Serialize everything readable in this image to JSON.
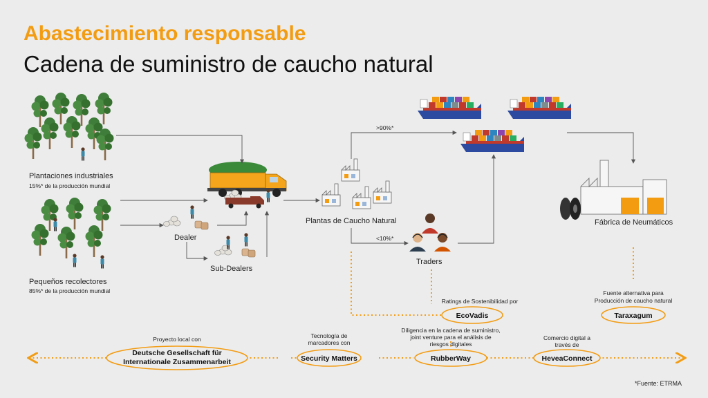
{
  "header": {
    "title": "Abastecimiento responsable",
    "subtitle": "Cadena de suministro de caucho natural"
  },
  "nodes": {
    "plantaciones_title": "Plantaciones industriales",
    "plantaciones_share": "15%* de la producción mundial",
    "pequenos_title": "Pequeños recolectores",
    "pequenos_share": "85%* de la producción mundial",
    "dealer": "Dealer",
    "sub_dealers": "Sub-Dealers",
    "plantas": "Plantas de Caucho Natural",
    "traders": "Traders",
    "fabrica": "Fábrica de Neumáticos",
    "pct_90": ">90%*",
    "pct_10": "<10%*"
  },
  "partners": {
    "ecovadis_desc": "Ratings de Sostenibilidad por",
    "ecovadis": "EcoVadis",
    "taraxagum_desc_1": "Fuente alternativa para",
    "taraxagum_desc_2": "Producción de caucho natural",
    "taraxagum": "Taraxagum",
    "giz_desc": "Proyecto local con",
    "giz_1": "Deutsche Gesellschaft für",
    "giz_2": "Internationale Zusammenarbeit",
    "security_desc_1": "Tecnología de",
    "security_desc_2": "marcadores con",
    "security": "Security Matters",
    "rubberway_desc_1": "Diligencia en la cadena de suministro,",
    "rubberway_desc_2": "joint venture para el análisis de",
    "rubberway_desc_3": "riesgos digitales",
    "rubberway": "RubberWay",
    "hevea_desc_1": "Comercio digital a",
    "hevea_desc_2": "través de",
    "hevea": "HeveaConnect"
  },
  "footnote": "*Fuente: ETRMA",
  "colors": {
    "accent": "#f39c12",
    "line": "#555555",
    "tree_trunk": "#8a6a48",
    "tree_leaf": "#3f7d3a",
    "ship_hull": "#2b4aa0",
    "truck": "#f4a51c",
    "cargo": "#3b8a3a"
  }
}
